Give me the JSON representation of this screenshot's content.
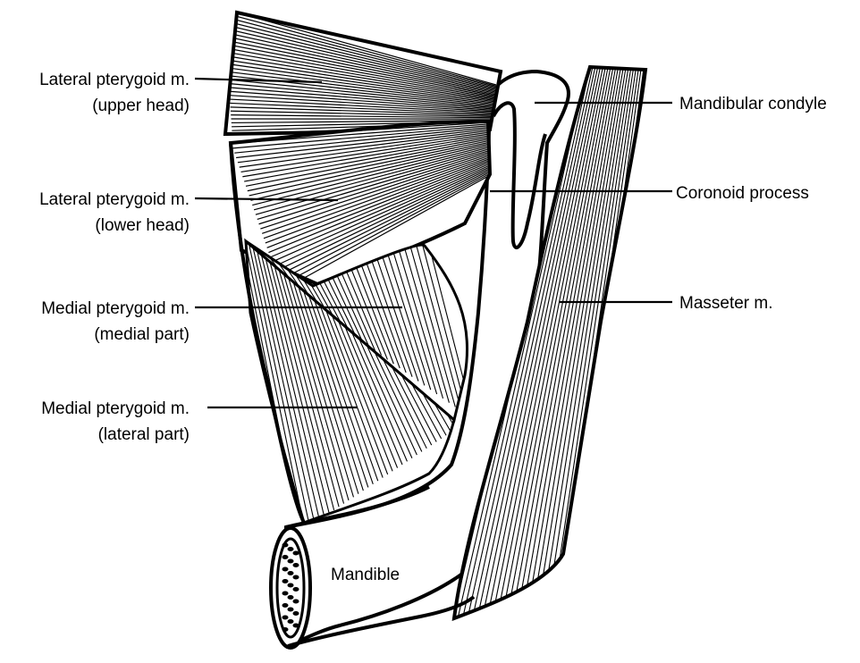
{
  "labels": {
    "lp_upper_1": "Lateral pterygoid m.",
    "lp_upper_2": "(upper head)",
    "lp_lower_1": "Lateral pterygoid m.",
    "lp_lower_2": "(lower head)",
    "mp_medial_1": "Medial pterygoid m.",
    "mp_medial_2": "(medial part)",
    "mp_lateral_1": "Medial pterygoid m.",
    "mp_lateral_2": "(lateral part)",
    "condyle": "Mandibular condyle",
    "coronoid": "Coronoid process",
    "masseter": "Masseter m.",
    "mandible": "Mandible"
  },
  "colors": {
    "ink": "#000000",
    "paper": "#ffffff"
  }
}
